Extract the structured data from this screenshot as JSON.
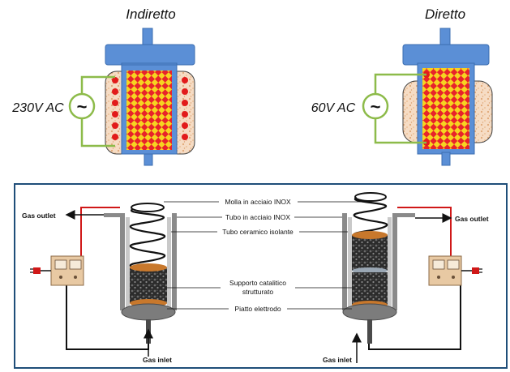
{
  "top": {
    "indirect": {
      "title": "Indiretto",
      "voltage": "230V AC",
      "symbol": "~"
    },
    "direct": {
      "title": "Diretto",
      "voltage": "60V AC",
      "symbol": "~"
    }
  },
  "bottom": {
    "labels": {
      "spring": "Molla in acciaio INOX",
      "steel_tube": "Tubo in acciaio INOX",
      "ceramic_tube": "Tubo ceramico isolante",
      "support_line1": "Supporto catalitico",
      "support_line2": "strutturato",
      "electrode": "Piatto elettrodo"
    },
    "gas_outlet": "Gas outlet",
    "gas_inlet": "Gas inlet"
  },
  "colors": {
    "reactor_blue": "#5b8fd6",
    "catalyst_red": "#e8232a",
    "catalyst_yellow": "#f6d421",
    "insulation": "#f6dcc4",
    "wire_green": "#8dbb4a",
    "frame_border": "#1f4e79",
    "hot_wire": "#d01818",
    "electrode_orange": "#c8782c"
  }
}
